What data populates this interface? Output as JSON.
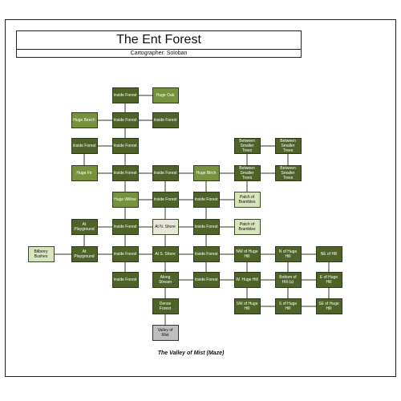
{
  "header": {
    "title": "The Ent Forest",
    "subtitle": "Cartographer: Soloban"
  },
  "caption": "The Valley of Mist (Maze)",
  "colors": {
    "dark_green": "#4f6228",
    "mid_green": "#76923c",
    "light_green": "#d7e4bc",
    "cream": "#e8e6d9",
    "gray": "#bfbfbf"
  },
  "nodes": [
    {
      "id": "n1",
      "label": "Inside Forest",
      "style": "dark"
    },
    {
      "id": "n2",
      "label": "Huge Oak",
      "style": "mid"
    },
    {
      "id": "n3",
      "label": "Huge Beech",
      "style": "mid"
    },
    {
      "id": "n4",
      "label": "Inside Forest",
      "style": "dark"
    },
    {
      "id": "n5",
      "label": "Inside Forest",
      "style": "dark"
    },
    {
      "id": "n6",
      "label": "Inside Forest",
      "style": "dark"
    },
    {
      "id": "n7",
      "label": "Inside Forest",
      "style": "dark"
    },
    {
      "id": "n8",
      "label": "Between Smaller Trees",
      "style": "dark"
    },
    {
      "id": "n9",
      "label": "Between Smaller Trees",
      "style": "dark"
    },
    {
      "id": "n10",
      "label": "Huge Fir",
      "style": "mid"
    },
    {
      "id": "n11",
      "label": "Inside Forest",
      "style": "dark"
    },
    {
      "id": "n12",
      "label": "Inside Forest",
      "style": "dark"
    },
    {
      "id": "n13",
      "label": "Huge Birch",
      "style": "mid"
    },
    {
      "id": "n14",
      "label": "Between Smaller Trees",
      "style": "dark"
    },
    {
      "id": "n15",
      "label": "Between Smaller Trees",
      "style": "dark"
    },
    {
      "id": "n16",
      "label": "Huge Willow",
      "style": "mid"
    },
    {
      "id": "n17",
      "label": "Inside Forest",
      "style": "dark"
    },
    {
      "id": "n18",
      "label": "Inside Forest",
      "style": "dark"
    },
    {
      "id": "n19",
      "label": "Patch of Brambles",
      "style": "light"
    },
    {
      "id": "n20",
      "label": "At Playground",
      "style": "dark"
    },
    {
      "id": "n21",
      "label": "Inside Forest",
      "style": "dark"
    },
    {
      "id": "n22",
      "label": "At N. Shore",
      "style": "cream"
    },
    {
      "id": "n23",
      "label": "Inside Forest",
      "style": "dark"
    },
    {
      "id": "n24",
      "label": "Patch of Brambles",
      "style": "light"
    },
    {
      "id": "n25",
      "label": "Bilberry Bushes",
      "style": "light"
    },
    {
      "id": "n26",
      "label": "At Playground",
      "style": "dark"
    },
    {
      "id": "n27",
      "label": "Inside Forest",
      "style": "dark"
    },
    {
      "id": "n28",
      "label": "At S. Shore",
      "style": "dark"
    },
    {
      "id": "n29",
      "label": "Inside Forest",
      "style": "dark"
    },
    {
      "id": "n30",
      "label": "NW of Huge Hill",
      "style": "dark"
    },
    {
      "id": "n31",
      "label": "N of Huge Hill",
      "style": "dark"
    },
    {
      "id": "n32",
      "label": "NE of Hill",
      "style": "dark"
    },
    {
      "id": "n33",
      "label": "Inside Forest",
      "style": "dark"
    },
    {
      "id": "n34",
      "label": "Along Stream",
      "style": "dark"
    },
    {
      "id": "n35",
      "label": "Inside Forest",
      "style": "dark"
    },
    {
      "id": "n36",
      "label": "W. Huge Hill",
      "style": "dark"
    },
    {
      "id": "n37",
      "label": "Bottom of Hill (u)",
      "style": "dark"
    },
    {
      "id": "n38",
      "label": "E of Huge Hill",
      "style": "dark"
    },
    {
      "id": "n39",
      "label": "Dense Forest",
      "style": "dark"
    },
    {
      "id": "n40",
      "label": "SW of Huge Hill",
      "style": "dark"
    },
    {
      "id": "n41",
      "label": "S of Huge Hill",
      "style": "dark"
    },
    {
      "id": "n42",
      "label": "SE of Huge Hill",
      "style": "dark"
    },
    {
      "id": "n43",
      "label": "Valley of Mist",
      "style": "gray"
    }
  ],
  "links": [
    [
      "n1",
      "n2"
    ],
    [
      "n1",
      "n5"
    ],
    [
      "n3",
      "n5"
    ],
    [
      "n5",
      "n6"
    ],
    [
      "n5",
      "n7"
    ],
    [
      "n4",
      "n7"
    ],
    [
      "n4",
      "n10"
    ],
    [
      "n7",
      "n11"
    ],
    [
      "n8",
      "n9"
    ],
    [
      "n8",
      "n14"
    ],
    [
      "n9",
      "n15"
    ],
    [
      "n10",
      "n11"
    ],
    [
      "n11",
      "n12"
    ],
    [
      "n12",
      "n13"
    ],
    [
      "n13",
      "n14"
    ],
    [
      "n14",
      "n15"
    ],
    [
      "n11",
      "n16"
    ],
    [
      "n12",
      "n17"
    ],
    [
      "n13",
      "n18"
    ],
    [
      "n14",
      "n19"
    ],
    [
      "n16",
      "n17"
    ],
    [
      "n17",
      "n18"
    ],
    [
      "n18",
      "n19"
    ],
    [
      "n16",
      "n21"
    ],
    [
      "n17",
      "n22"
    ],
    [
      "n18",
      "n23"
    ],
    [
      "n20",
      "n21"
    ],
    [
      "n21",
      "n22"
    ],
    [
      "n22",
      "n23"
    ],
    [
      "n23",
      "n24"
    ],
    [
      "n20",
      "n26"
    ],
    [
      "n21",
      "n27"
    ],
    [
      "n22",
      "n28"
    ],
    [
      "n23",
      "n29"
    ],
    [
      "n25",
      "n26"
    ],
    [
      "n26",
      "n27"
    ],
    [
      "n27",
      "n28"
    ],
    [
      "n28",
      "n29"
    ],
    [
      "n29",
      "n30"
    ],
    [
      "n30",
      "n31"
    ],
    [
      "n31",
      "n32"
    ],
    [
      "n27",
      "n33"
    ],
    [
      "n28",
      "n34"
    ],
    [
      "n29",
      "n35"
    ],
    [
      "n30",
      "n36"
    ],
    [
      "n31",
      "n37"
    ],
    [
      "n32",
      "n38"
    ],
    [
      "n34",
      "n35"
    ],
    [
      "n35",
      "n36"
    ],
    [
      "n36",
      "n37"
    ],
    [
      "n37",
      "n38"
    ],
    [
      "n34",
      "n39"
    ],
    [
      "n36",
      "n40"
    ],
    [
      "n37",
      "n41"
    ],
    [
      "n38",
      "n42"
    ],
    [
      "n40",
      "n41"
    ],
    [
      "n41",
      "n42"
    ],
    [
      "n39",
      "n43"
    ]
  ]
}
